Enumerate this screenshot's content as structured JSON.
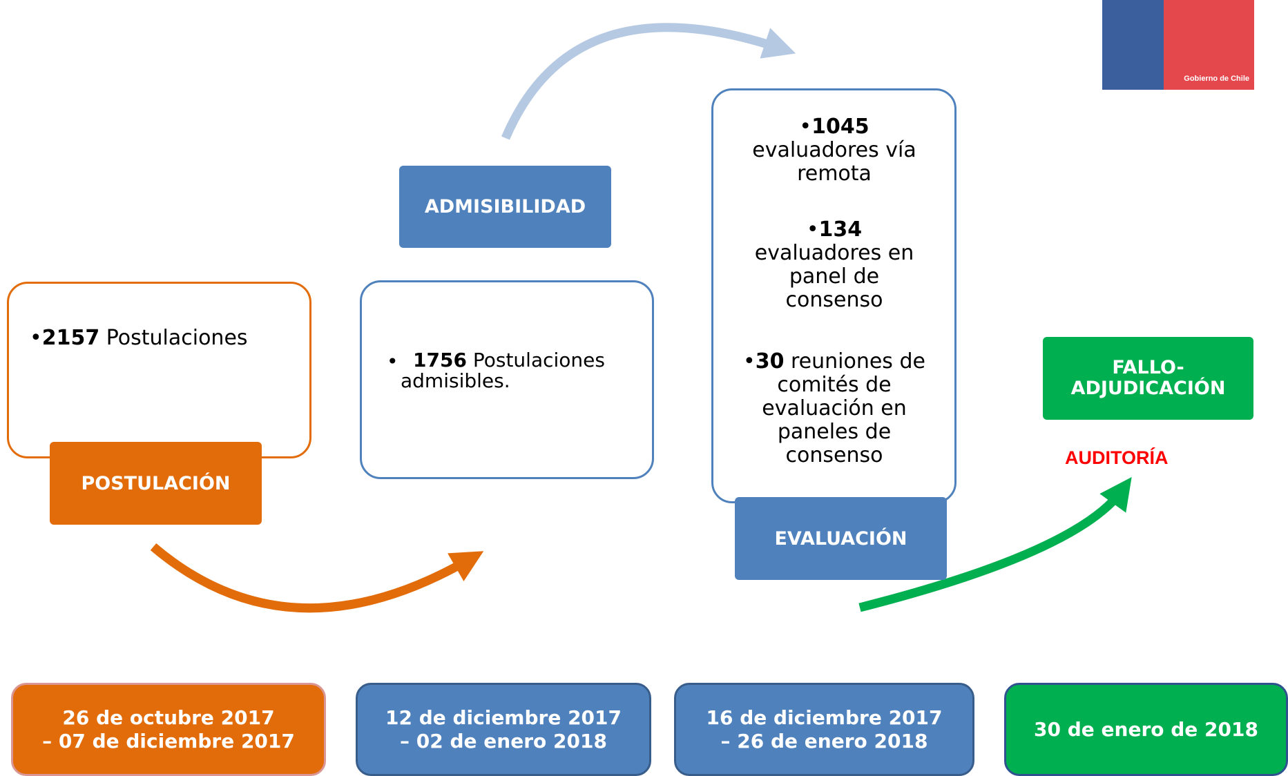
{
  "logo": {
    "text": "Gobierno de Chile"
  },
  "colors": {
    "orange": "#e36c0a",
    "blue": "#4f81bd",
    "light_blue": "#b6c9e2",
    "green": "#00b050",
    "red": "#ff0000"
  },
  "stages": {
    "postulacion": {
      "label": "POSTULACIÓN",
      "bullets": [
        {
          "num": "2157",
          "text": " Postulaciones"
        }
      ],
      "date_line1": "26 de octubre 2017",
      "date_line2": "– 07 de diciembre 2017"
    },
    "admisibilidad": {
      "label": "ADMISIBILIDAD",
      "bullets": [
        {
          "num": "1756",
          "text": " Postulaciones admisibles."
        }
      ],
      "date_line1": "12 de diciembre 2017",
      "date_line2": "– 02 de enero 2018"
    },
    "evaluacion": {
      "label": "EVALUACIÓN",
      "bullets": [
        {
          "num": "1045",
          "text": "evaluadores vía remota"
        },
        {
          "num": "134",
          "text": "evaluadores en panel de consenso"
        },
        {
          "num": "30",
          "text": " reuniones de comités de evaluación en paneles de consenso"
        }
      ],
      "date_line1": "16 de diciembre 2017",
      "date_line2": "– 26 de enero 2018"
    },
    "fallo": {
      "label_line1": "FALLO-",
      "label_line2": "ADJUDICACIÓN",
      "note": "AUDITORÍA",
      "date": "30 de enero de 2018"
    }
  }
}
